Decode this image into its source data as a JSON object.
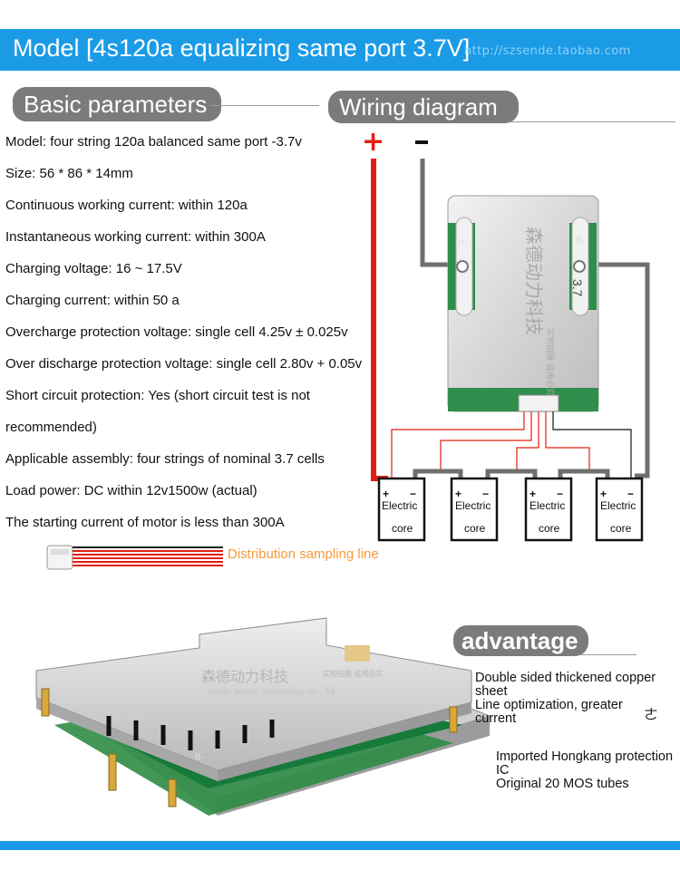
{
  "header": {
    "title": "Model [4s120a equalizing same port 3.7V]",
    "url": "http://szsende.taobao.com"
  },
  "basic": {
    "heading": "Basic parameters",
    "lines": [
      "Model: four string 120a balanced same port -3.7v",
      "Size: 56 * 86 * 14mm",
      "Continuous working current: within 120a",
      "Instantaneous working current: within 300A",
      "Charging voltage: 16 ~ 17.5V",
      "Charging current: within 50 a",
      "Overcharge protection voltage: single cell 4.25v ± 0.025v",
      "Over discharge protection voltage: single cell 2.80v + 0.05v",
      "Short circuit protection: Yes (short circuit test is not",
      "recommended)",
      "Applicable assembly: four strings of nominal 3.7 cells",
      "Load power: DC within 12v1500w (actual)",
      "The starting current of motor is less than 300A"
    ]
  },
  "wiring": {
    "heading": "Wiring diagram",
    "plus": "+",
    "minus": "-",
    "board": {
      "brand": "森德动力科技",
      "sub": "实物拍摄 盗用必究",
      "pad_left": "P-",
      "pad_right": "B-",
      "side_label": "3.7"
    },
    "cell_plus": "+",
    "cell_minus": "−",
    "cell_line1": "Electric",
    "cell_line2": "core"
  },
  "distribution_label": "Distribution sampling line",
  "photo": {
    "brand": "森德动力科技",
    "brand_sub": "实物拍摄 盗用必究",
    "brand_en": "sende power technology co., ltd",
    "pad": "B-"
  },
  "advantage": {
    "heading": "advantage",
    "items": [
      "Double sided thickened copper sheet",
      "Line optimization, greater current",
      "Imported Hongkang protection IC",
      "Original 20 MOS tubes"
    ],
    "tail_glyph": "ㄜ"
  },
  "colors": {
    "accent": "#1b9be6",
    "pill": "#7b7b7b",
    "wire_red": "#e41d12",
    "wire_gray": "#6f6f6f",
    "orange": "#f39a3b"
  }
}
